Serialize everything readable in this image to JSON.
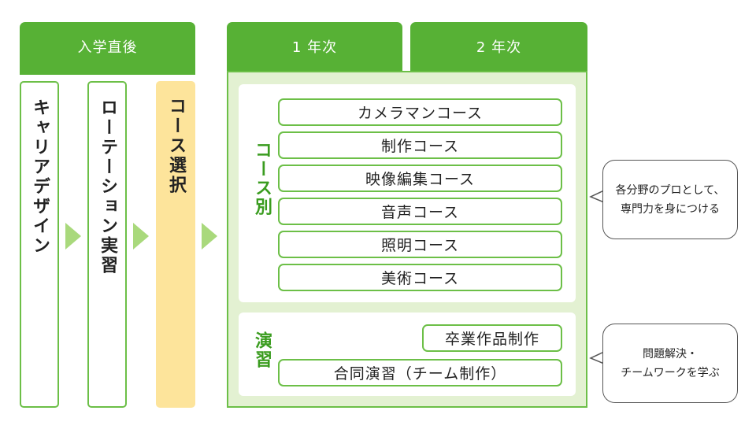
{
  "headers": {
    "entry": "入学直後",
    "year1": "1 年次",
    "year2": "2 年次"
  },
  "phases": [
    {
      "label": "キャリアデザイン",
      "highlight": false
    },
    {
      "label": "ローテーション実習",
      "highlight": false
    },
    {
      "label": "コース選択",
      "highlight": true
    }
  ],
  "courses_section": {
    "title": "コース別",
    "items": [
      "カメラマンコース",
      "制作コース",
      "映像編集コース",
      "音声コース",
      "照明コース",
      "美術コース"
    ]
  },
  "practice_section": {
    "title": "演習",
    "items": [
      "卒業作品制作",
      "合同演習（チーム制作）"
    ]
  },
  "callouts": {
    "courses": [
      "各分野のプロとして、",
      "専門力を身につける"
    ],
    "practice": [
      "問題解決・",
      "チームワークを学ぶ"
    ]
  },
  "colors": {
    "header_green": "#57b135",
    "border_green": "#6cbf47",
    "panel_bg": "#e3f1d2",
    "highlight_yellow": "#fde49b",
    "arrow_green": "#a9d97c",
    "label_green": "#3a9c1f"
  }
}
